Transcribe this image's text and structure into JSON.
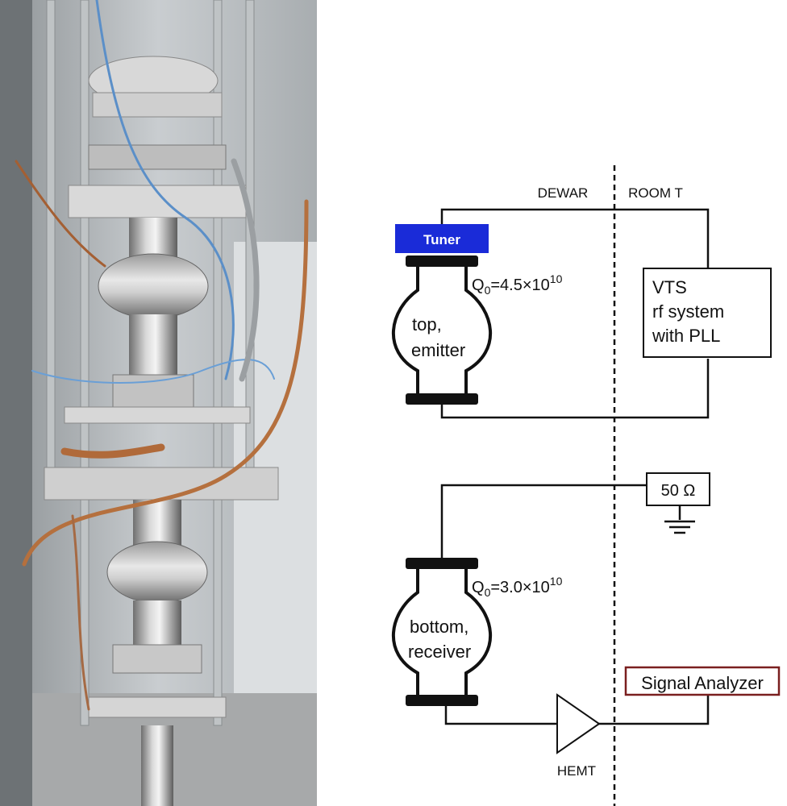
{
  "figure": {
    "photo": {
      "alt": "Photograph of two superconducting rf cavities mounted in a test insert"
    },
    "diagram": {
      "labels": {
        "dewar": "DEWAR",
        "room_t": "ROOM T",
        "tuner": "Tuner",
        "q0_top_prefix": "Q",
        "q0_top_sub": "0",
        "q0_top_value": "=4.5×10",
        "q0_top_exp": "10",
        "top_cavity_line1": "top,",
        "top_cavity_line2": "emitter",
        "vts_line1": "VTS",
        "vts_line2": "rf system",
        "vts_line3": "with PLL",
        "load": "50 Ω",
        "q0_bottom_prefix": "Q",
        "q0_bottom_sub": "0",
        "q0_bottom_value": "=3.0×10",
        "q0_bottom_exp": "10",
        "bottom_cavity_line1": "bottom,",
        "bottom_cavity_line2": "receiver",
        "signal_analyzer": "Signal Analyzer",
        "hemt": "HEMT"
      },
      "colors": {
        "tuner_fill": "#1a2bd8",
        "tuner_text": "#ffffff",
        "analyzer_border": "#7a1f1f",
        "line": "#111111"
      }
    }
  }
}
